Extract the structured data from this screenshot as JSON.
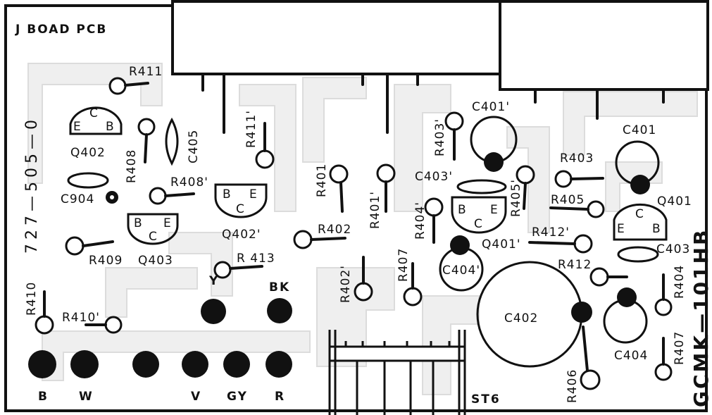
{
  "header": {
    "board_title": "J BOAD PCB"
  },
  "side": {
    "part_number": "727—505—0",
    "model": "GCMK—101HB"
  },
  "resistors": {
    "r411": "R411",
    "r411p": "R411'",
    "r408": "R408",
    "r408p": "R408'",
    "r409": "R409",
    "r410": "R410",
    "r410p": "R410'",
    "r413": "R 413",
    "r401": "R401",
    "r401p": "R401'",
    "r402": "R402",
    "r402p": "R402'",
    "r403": "R403",
    "r403p": "R403'",
    "r404": "R404",
    "r404p": "R404'",
    "r405": "R405",
    "r405p": "R405'",
    "r406": "R406",
    "r407": "R407",
    "r407p": "R407",
    "r412": "R412",
    "r412p": "R412'"
  },
  "capacitors": {
    "c405": "C405",
    "c904": "C904",
    "c401": "C401",
    "c401p": "C401'",
    "c403": "C403",
    "c403p": "C403'",
    "c404": "C404",
    "c404p": "C404'",
    "c402": "C402"
  },
  "transistors": {
    "q402": "Q402",
    "q402p": "Q402'",
    "q403": "Q403",
    "q401": "Q401",
    "q401p": "Q401'",
    "pin_e": "E",
    "pin_c": "C",
    "pin_b": "B"
  },
  "connector": {
    "label": "ST6"
  },
  "wires": {
    "y": "Y",
    "bk": "BK",
    "b": "B",
    "w": "W",
    "v": "V",
    "gy": "GY",
    "r": "R"
  }
}
